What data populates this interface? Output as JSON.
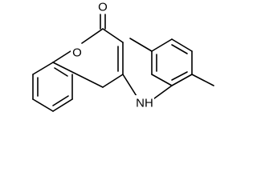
{
  "molecule": {
    "atoms": {
      "carbonyl_oxygen": "O",
      "ring_oxygen": "O",
      "amine": "NH"
    }
  }
}
